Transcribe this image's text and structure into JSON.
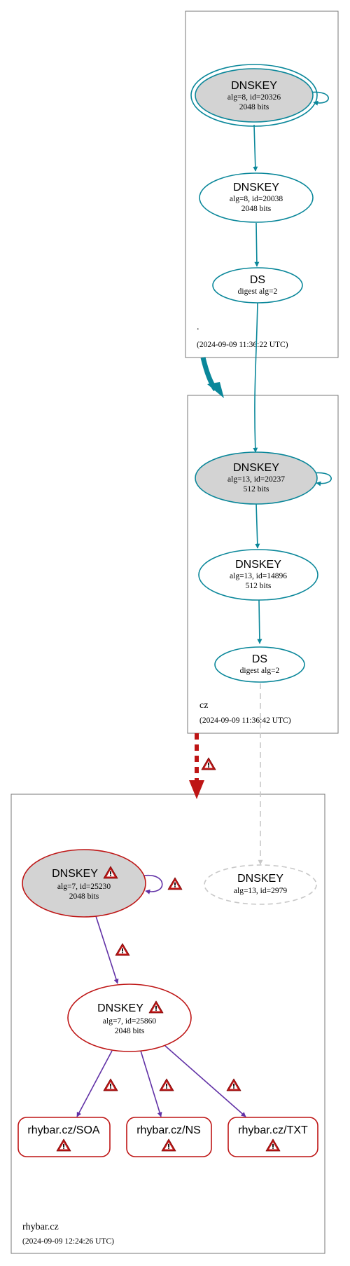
{
  "zones": [
    {
      "name": ".",
      "timestamp": "(2024-09-09 11:36:22 UTC)"
    },
    {
      "name": "cz",
      "timestamp": "(2024-09-09 11:36:42 UTC)"
    },
    {
      "name": "rhybar.cz",
      "timestamp": "(2024-09-09 12:24:26 UTC)"
    }
  ],
  "nodes": {
    "root_ksk": {
      "title": "DNSKEY",
      "line1": "alg=8, id=20326",
      "line2": "2048 bits"
    },
    "root_zsk": {
      "title": "DNSKEY",
      "line1": "alg=8, id=20038",
      "line2": "2048 bits"
    },
    "root_ds": {
      "title": "DS",
      "line1": "digest alg=2"
    },
    "cz_ksk": {
      "title": "DNSKEY",
      "line1": "alg=13, id=20237",
      "line2": "512 bits"
    },
    "cz_zsk": {
      "title": "DNSKEY",
      "line1": "alg=13, id=14896",
      "line2": "512 bits"
    },
    "cz_ds": {
      "title": "DS",
      "line1": "digest alg=2"
    },
    "rhybar_ksk": {
      "title": "DNSKEY",
      "line1": "alg=7, id=25230",
      "line2": "2048 bits"
    },
    "rhybar_missing": {
      "title": "DNSKEY",
      "line1": "alg=13, id=2979"
    },
    "rhybar_zsk": {
      "title": "DNSKEY",
      "line1": "alg=7, id=25860",
      "line2": "2048 bits"
    },
    "rr_soa": {
      "title": "rhybar.cz/SOA"
    },
    "rr_ns": {
      "title": "rhybar.cz/NS"
    },
    "rr_txt": {
      "title": "rhybar.cz/TXT"
    }
  },
  "colors": {
    "secure": "#0a879a",
    "bogus": "#be1515",
    "bogus_signature": "#6131a6",
    "insecure": "#c8c8c8",
    "ksk_fill": "#d3d3d3",
    "zone_border": "#777777"
  },
  "icons": {
    "warning": "warning-icon"
  }
}
